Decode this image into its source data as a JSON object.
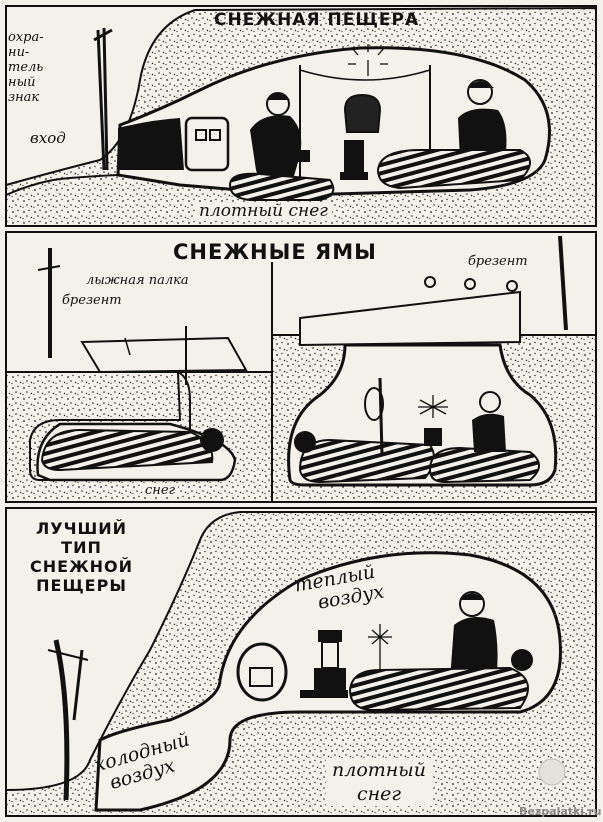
{
  "panel1": {
    "title": "СНЕЖНАЯ ПЕЩЕРА",
    "marker": [
      "охра-",
      "ни-",
      "тель",
      "ный",
      "знак"
    ],
    "entrance": "вход",
    "snow": "плотный снег"
  },
  "panel2": {
    "title": "СНЕЖНЫЕ ЯМЫ",
    "ski_pole": "лыжная палка",
    "tarp_left": "брезент",
    "tarp_right": "брезент",
    "snow": "снег"
  },
  "panel3": {
    "title": [
      "ЛУЧШИЙ",
      "ТИП",
      "СНЕЖНОЙ",
      "ПЕЩЕРЫ"
    ],
    "warm_air": [
      "теплый",
      "воздух"
    ],
    "cold_air": [
      "холодный",
      "воздух"
    ],
    "snow": [
      "плотный",
      "снег"
    ]
  },
  "watermark": "Bezpalatki.ru"
}
